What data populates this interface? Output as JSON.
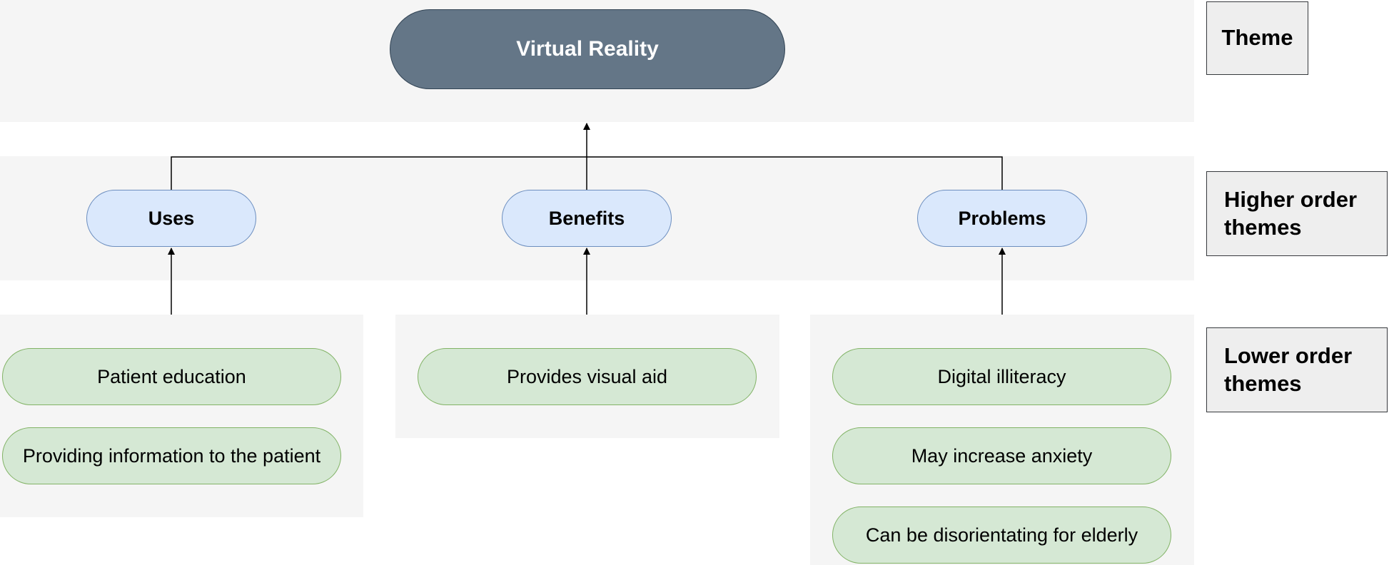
{
  "diagram": {
    "theme": {
      "label": "Virtual Reality"
    },
    "higher_order_themes": [
      {
        "id": "uses",
        "label": "Uses"
      },
      {
        "id": "benefits",
        "label": "Benefits"
      },
      {
        "id": "problems",
        "label": "Problems"
      }
    ],
    "lower_order_themes": {
      "uses": [
        "Patient education",
        "Providing information to the patient"
      ],
      "benefits": [
        "Provides visual aid"
      ],
      "problems": [
        "Digital illiteracy",
        "May increase anxiety",
        "Can be disorientating for elderly"
      ]
    },
    "edges": [
      {
        "from": "uses",
        "to": "theme"
      },
      {
        "from": "benefits",
        "to": "theme"
      },
      {
        "from": "problems",
        "to": "theme"
      },
      {
        "from": "lower_uses",
        "to": "uses"
      },
      {
        "from": "lower_benefits",
        "to": "benefits"
      },
      {
        "from": "lower_problems",
        "to": "problems"
      }
    ]
  },
  "legend": {
    "theme": "Theme",
    "higher": [
      "Higher order",
      "themes"
    ],
    "lower": [
      "Lower order",
      "themes"
    ]
  },
  "colors": {
    "band": "#f5f5f5",
    "theme_fill": "#647687",
    "higher_fill": "#dae8fc",
    "lower_fill": "#d5e8d4",
    "legend_fill": "#eeeeee"
  }
}
